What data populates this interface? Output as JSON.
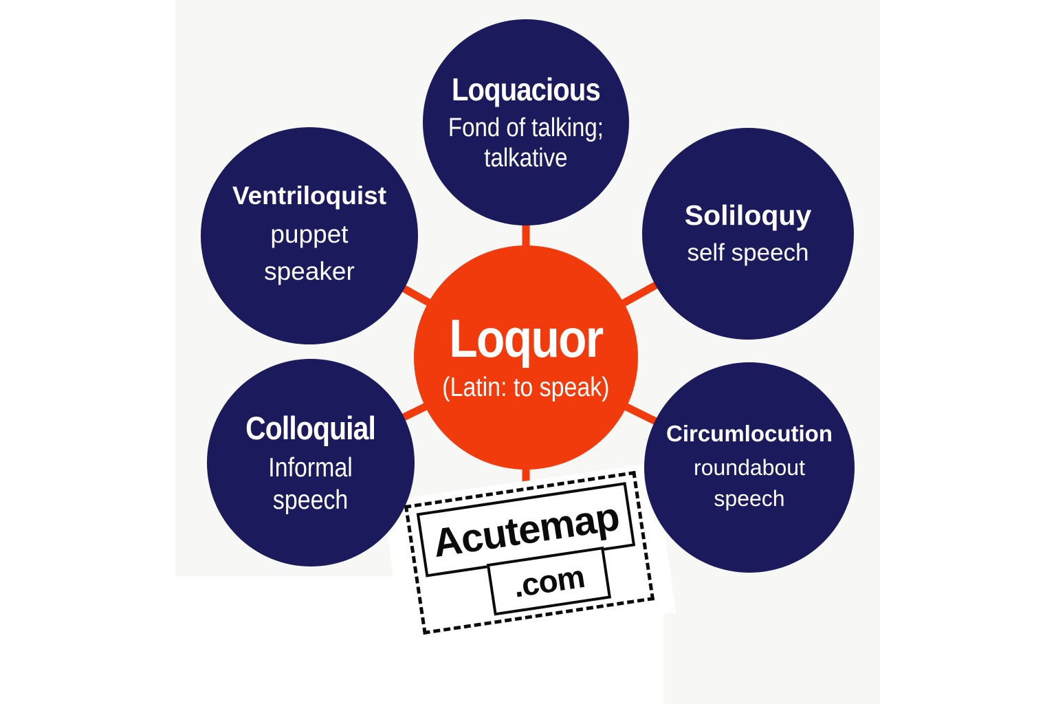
{
  "colors": {
    "page_bg": "#ffffff",
    "content_bg": "#f7f7f6",
    "node_navy": "#1a1a5c",
    "center_orange": "#f23b0d",
    "text_white": "#ffffff",
    "stamp_black": "#0b0b0b"
  },
  "center": {
    "title": "Loquor",
    "subtitle": "(Latin: to speak)"
  },
  "nodes": [
    {
      "id": "loquacious",
      "title": "Loquacious",
      "subtitle": "Fond of talking;\ntalkative"
    },
    {
      "id": "ventriloquist",
      "title": "Ventriloquist",
      "subtitle": "puppet\nspeaker"
    },
    {
      "id": "soliloquy",
      "title": "Soliloquy",
      "subtitle": "self speech"
    },
    {
      "id": "colloquial",
      "title": "Colloquial",
      "subtitle": "Informal\nspeech"
    },
    {
      "id": "circumlocution",
      "title": "Circumlocution",
      "subtitle": "roundabout\nspeech"
    }
  ],
  "watermark": {
    "line1": "Acutemap",
    "line2": ".com"
  }
}
